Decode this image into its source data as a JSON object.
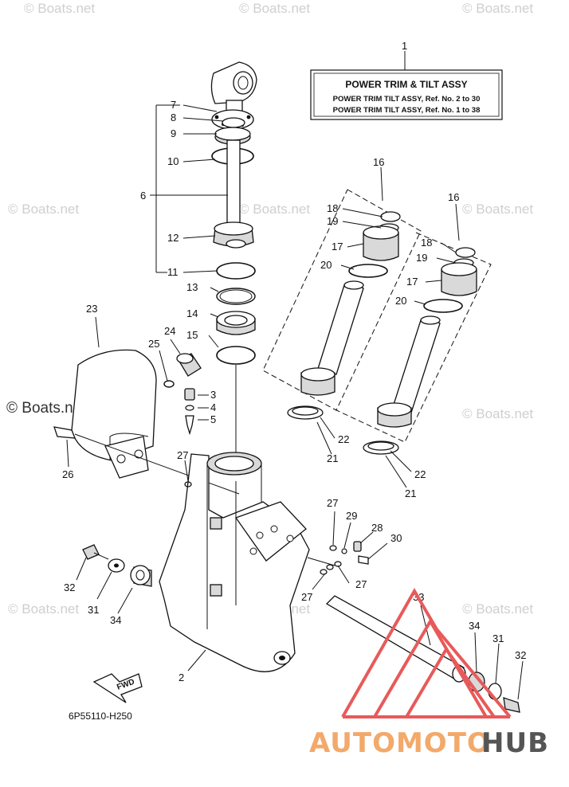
{
  "watermark": {
    "text": "© Boats.net"
  },
  "title_box": {
    "title": "POWER TRIM & TILT ASSY",
    "line1": "POWER TRIM TILT ASSY,  Ref. No. 2 to 30",
    "line2": "POWER TRIM TILT ASSY,  Ref. No. 1 to 38"
  },
  "diagram_code": "6P55110-H250",
  "fwd_label": "FWD",
  "brand": {
    "part1": "AUTOMOTO",
    "part2": "HUB",
    "color1": "#f2a96a",
    "color2": "#555555",
    "logo_color": "#e85a5a"
  },
  "callouts": {
    "c1": "1",
    "c2": "2",
    "c3": "3",
    "c4": "4",
    "c5": "5",
    "c6": "6",
    "c7": "7",
    "c8": "8",
    "c9": "9",
    "c10": "10",
    "c11": "11",
    "c12": "12",
    "c13": "13",
    "c14": "14",
    "c15": "15",
    "c16a": "16",
    "c16b": "16",
    "c17a": "17",
    "c17b": "17",
    "c18a": "18",
    "c18b": "18",
    "c19a": "19",
    "c19b": "19",
    "c20a": "20",
    "c20b": "20",
    "c21a": "21",
    "c21b": "21",
    "c22a": "22",
    "c22b": "22",
    "c23": "23",
    "c24": "24",
    "c25": "25",
    "c26": "26",
    "c27a": "27",
    "c27b": "27",
    "c27c": "27",
    "c27d": "27",
    "c28": "28",
    "c29": "29",
    "c30": "30",
    "c31a": "31",
    "c31b": "31",
    "c32a": "32",
    "c32b": "32",
    "c33": "33",
    "c34a": "34",
    "c34b": "34"
  }
}
